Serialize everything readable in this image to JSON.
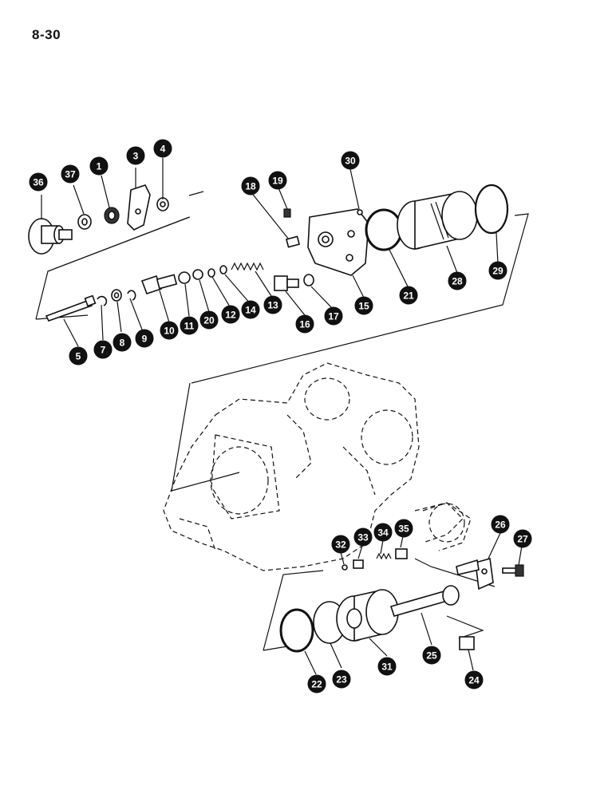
{
  "page": {
    "number": "8-30"
  },
  "callouts": [
    {
      "label": "36"
    },
    {
      "label": "37"
    },
    {
      "label": "1"
    },
    {
      "label": "3"
    },
    {
      "label": "4"
    },
    {
      "label": "5"
    },
    {
      "label": "7"
    },
    {
      "label": "8"
    },
    {
      "label": "9"
    },
    {
      "label": "10"
    },
    {
      "label": "11"
    },
    {
      "label": "20"
    },
    {
      "label": "12"
    },
    {
      "label": "14"
    },
    {
      "label": "13"
    },
    {
      "label": "16"
    },
    {
      "label": "17"
    },
    {
      "label": "15"
    },
    {
      "label": "18"
    },
    {
      "label": "19"
    },
    {
      "label": "30"
    },
    {
      "label": "21"
    },
    {
      "label": "28"
    },
    {
      "label": "29"
    },
    {
      "label": "32"
    },
    {
      "label": "33"
    },
    {
      "label": "34"
    },
    {
      "label": "35"
    },
    {
      "label": "26"
    },
    {
      "label": "27"
    },
    {
      "label": "22"
    },
    {
      "label": "23"
    },
    {
      "label": "31"
    },
    {
      "label": "25"
    },
    {
      "label": "24"
    }
  ]
}
